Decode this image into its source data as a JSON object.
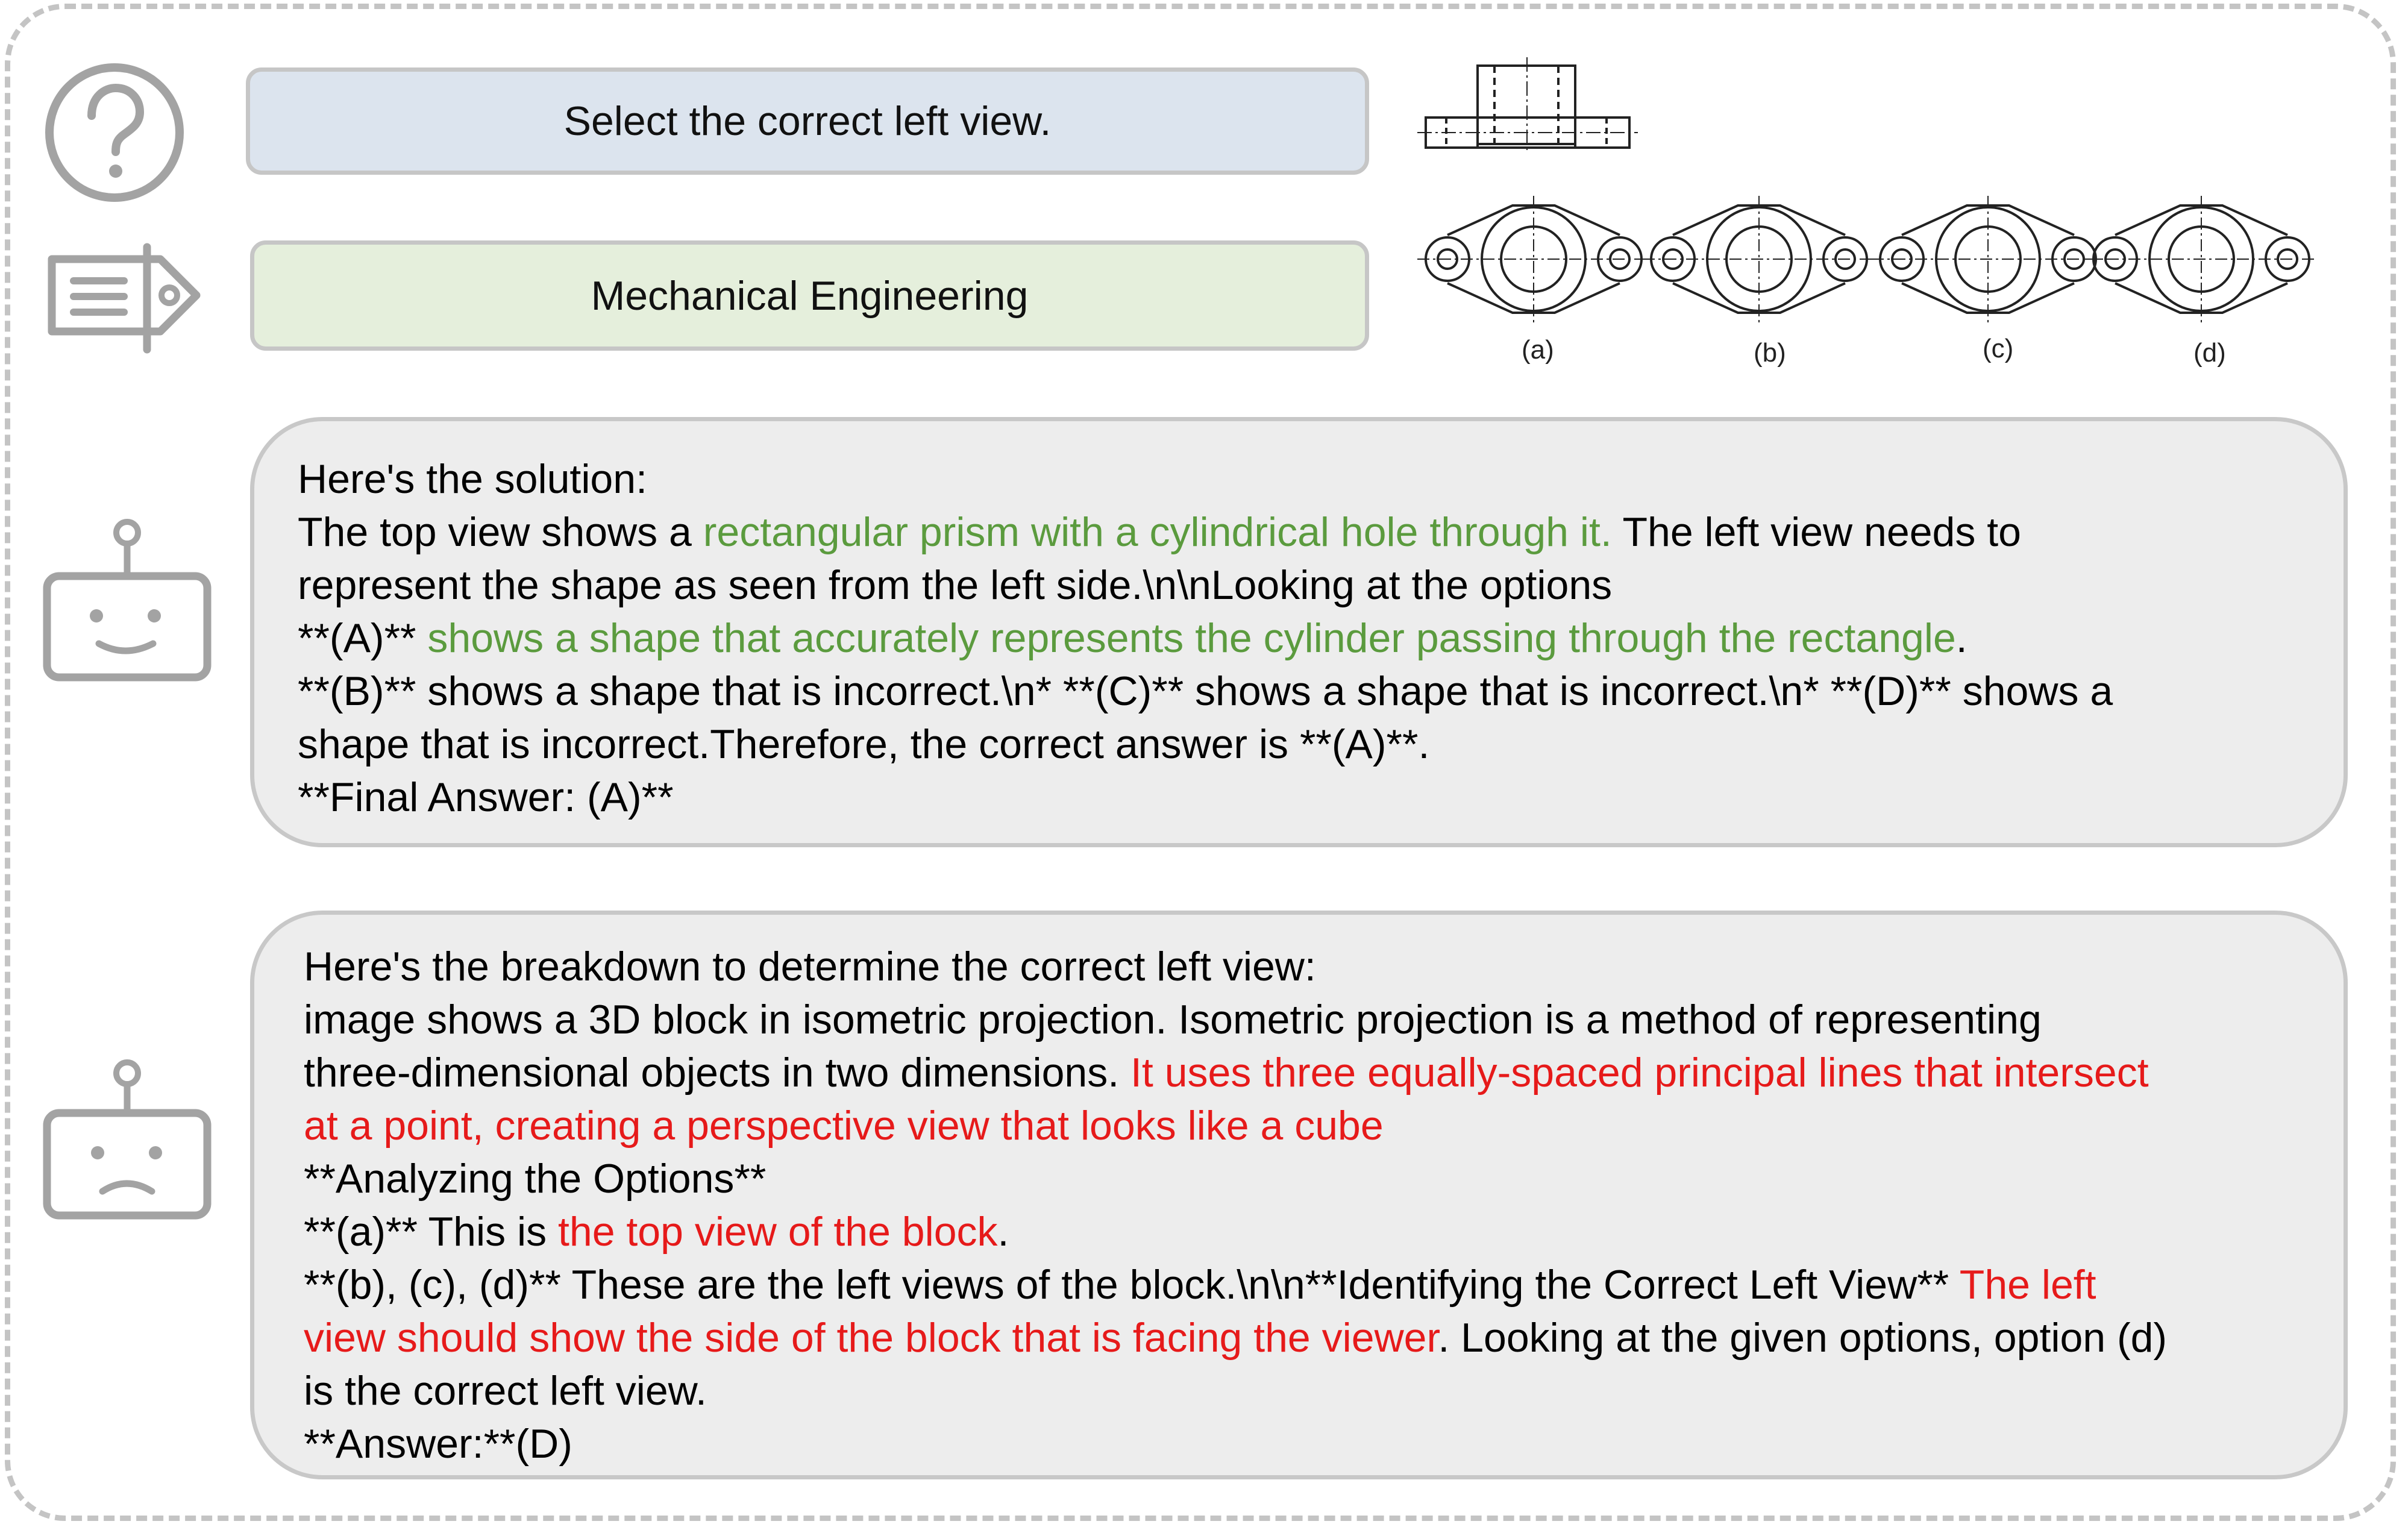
{
  "question": {
    "text": "Select the correct left view."
  },
  "subject": {
    "text": "Mechanical Engineering"
  },
  "figure": {
    "option_labels": [
      "(a)",
      "(b)",
      "(c)",
      "(d)"
    ]
  },
  "correct_response": {
    "lines": [
      [
        {
          "t": "Here's the solution:",
          "c": "n"
        }
      ],
      [
        {
          "t": "The top view shows a ",
          "c": "n"
        },
        {
          "t": "rectangular prism with a cylindrical hole through it.",
          "c": "g"
        },
        {
          "t": " The left view needs to",
          "c": "n"
        }
      ],
      [
        {
          "t": "represent the shape as seen from the left side.\\n\\nLooking at the options",
          "c": "n"
        }
      ],
      [
        {
          "t": "**(A)** ",
          "c": "n"
        },
        {
          "t": "shows a shape that accurately represents the cylinder passing through the rectangle",
          "c": "g"
        },
        {
          "t": ".",
          "c": "n"
        }
      ],
      [
        {
          "t": "**(B)** shows a shape that is incorrect.\\n* **(C)** shows a shape that is incorrect.\\n* **(D)** shows a",
          "c": "n"
        }
      ],
      [
        {
          "t": "shape that is incorrect.Therefore, the correct answer is **(A)**.",
          "c": "n"
        }
      ],
      [
        {
          "t": "**Final Answer: (A)**",
          "c": "n"
        }
      ]
    ]
  },
  "incorrect_response": {
    "lines": [
      [
        {
          "t": "Here's the breakdown to determine the correct left view:",
          "c": "n"
        }
      ],
      [
        {
          "t": "image shows a 3D block in isometric projection. Isometric projection is a method of representing",
          "c": "n"
        }
      ],
      [
        {
          "t": "three-dimensional objects in two dimensions. ",
          "c": "n"
        },
        {
          "t": "It uses three equally-spaced principal lines that intersect",
          "c": "r"
        }
      ],
      [
        {
          "t": "at a point, creating a perspective view that looks like a cube",
          "c": "r"
        }
      ],
      [
        {
          "t": "**Analyzing the Options**",
          "c": "n"
        }
      ],
      [
        {
          "t": "**(a)** This is ",
          "c": "n"
        },
        {
          "t": "the top view of the block",
          "c": "r"
        },
        {
          "t": ".",
          "c": "n"
        }
      ],
      [
        {
          "t": "**(b), (c), (d)** These are the left views of the block.\\n\\n**Identifying the Correct Left View** ",
          "c": "n"
        },
        {
          "t": "The left",
          "c": "r"
        }
      ],
      [
        {
          "t": "view should show the side of the block that is facing the viewer",
          "c": "r"
        },
        {
          "t": ". Looking at the given options, option (d)",
          "c": "n"
        }
      ],
      [
        {
          "t": "is the correct left view.",
          "c": "n"
        }
      ],
      [
        {
          "t": "**Answer:**(D)",
          "c": "n"
        }
      ]
    ]
  },
  "colors": {
    "highlight_correct": "#5b9b3e",
    "highlight_error": "#e61a1a",
    "question_bg": "#dce4ee",
    "subject_bg": "#e5efdc",
    "bubble_bg": "#ededed"
  },
  "icons": [
    "question-circle-icon",
    "subject-tag-icon",
    "happy-robot-icon",
    "sad-robot-icon"
  ]
}
